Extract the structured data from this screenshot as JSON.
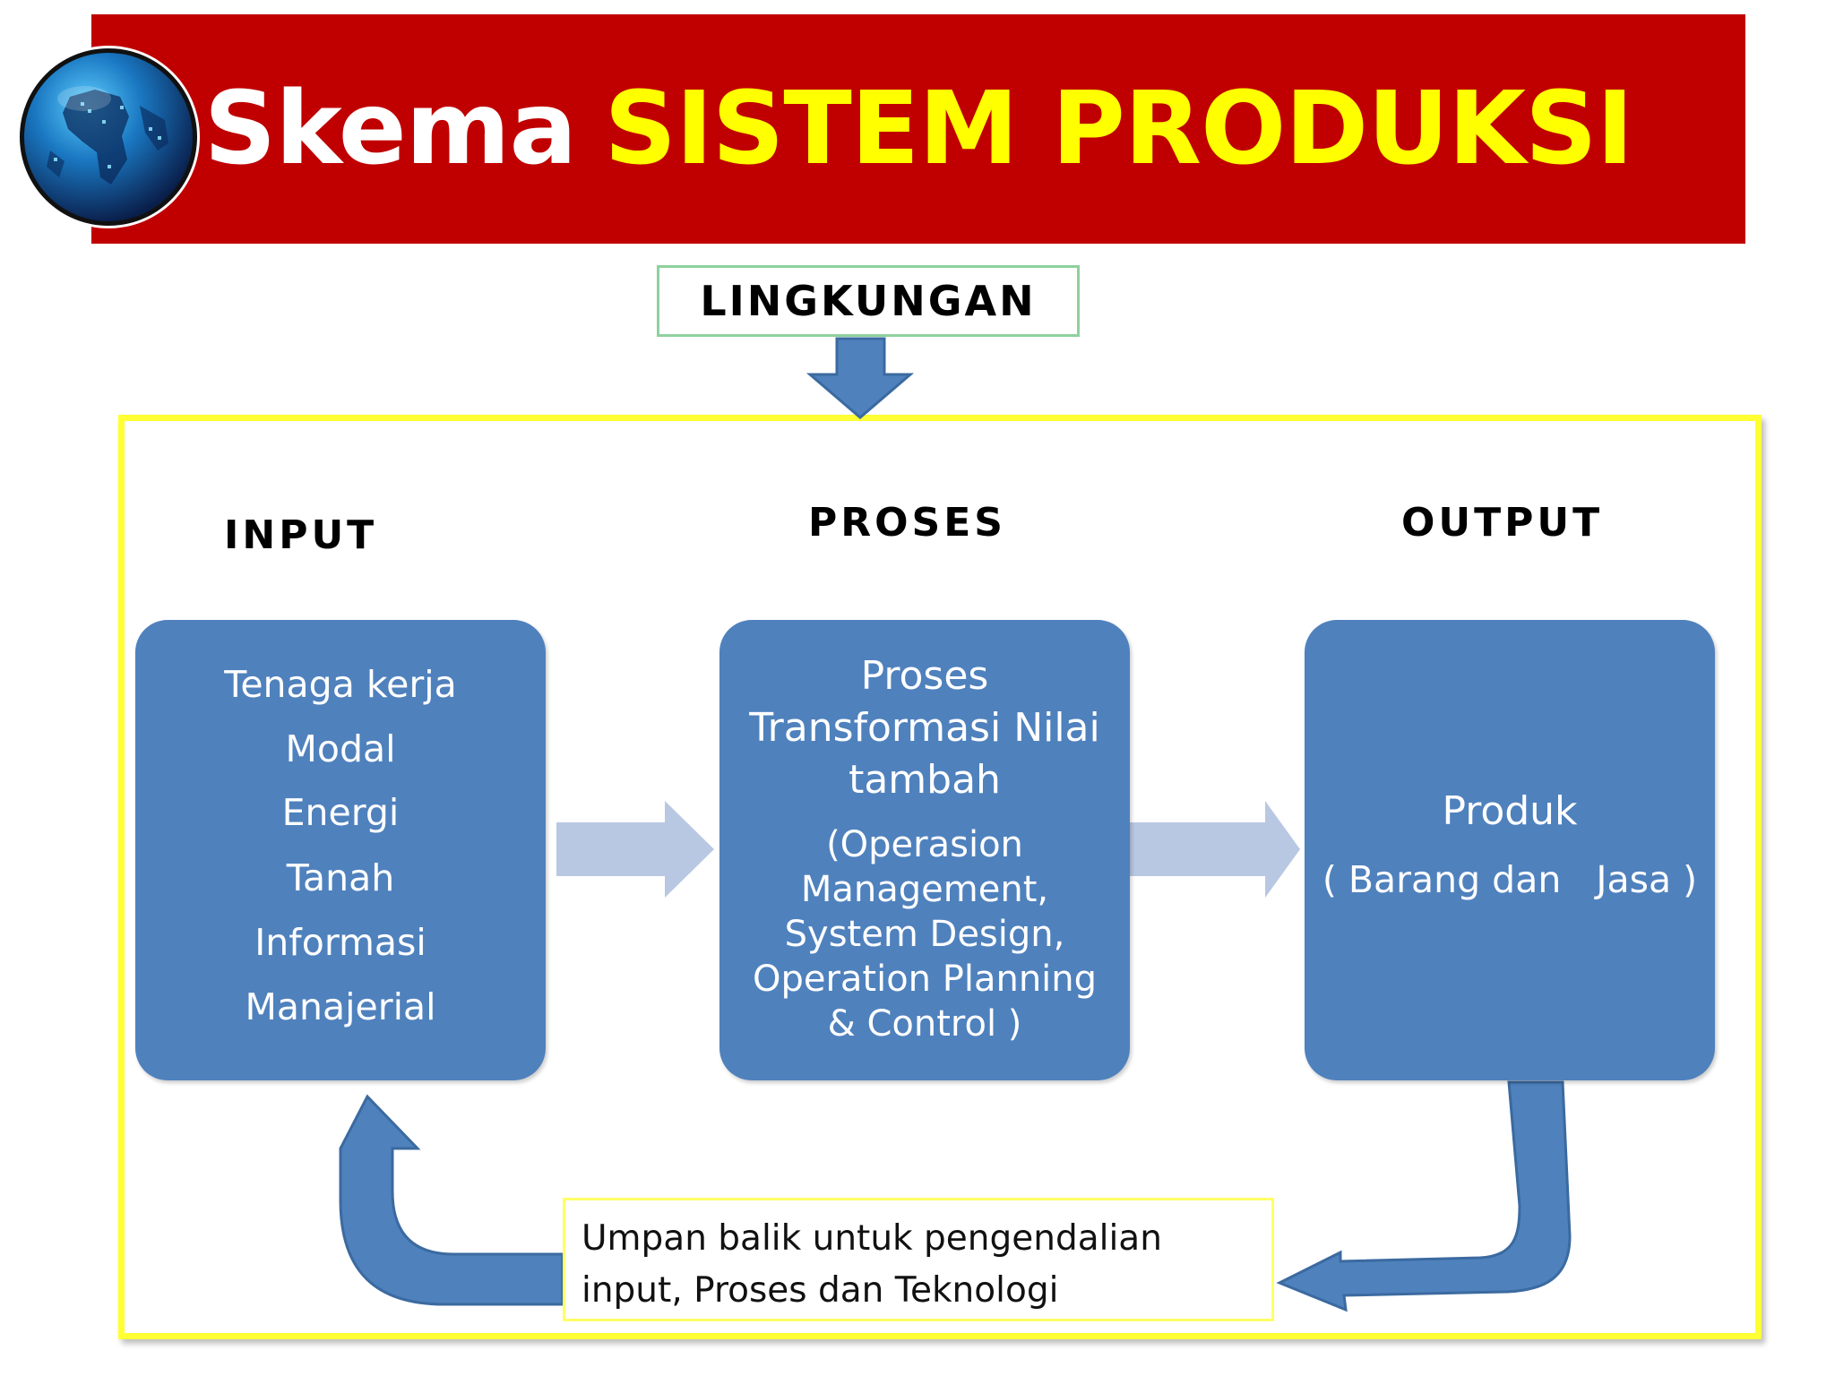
{
  "header": {
    "title_prefix": "Skema",
    "title_highlight": "SISTEM PRODUKSI",
    "colors": {
      "banner": "#c00000",
      "prefix": "#ffffff",
      "highlight": "#ffff00"
    }
  },
  "logo": {
    "icon": "globe-icon"
  },
  "diagram": {
    "environment_label": "LINGKUNGAN",
    "columns": {
      "input": {
        "heading": "INPUT",
        "items": [
          "Tenaga kerja",
          "Modal",
          "Energi",
          "Tanah",
          "Informasi",
          "Manajerial"
        ]
      },
      "proses": {
        "heading": "PROSES",
        "title_lines": [
          "Proses",
          "Transformasi Nilai",
          "tambah"
        ],
        "detail_lines": [
          "(Operasion",
          "Management,",
          "System Design,",
          "Operation Planning",
          "& Control )"
        ]
      },
      "output": {
        "heading": "OUTPUT",
        "title": "Produk",
        "subtitle": "( Barang dan   Jasa )"
      }
    },
    "feedback_lines": [
      "Umpan balik untuk pengendalian",
      "input, Proses dan Teknologi"
    ],
    "colors": {
      "box": "#4f81bd",
      "flow_arrow": "#b9c8e2",
      "frame": "#ffff33",
      "env_border": "#8fd19e"
    }
  }
}
